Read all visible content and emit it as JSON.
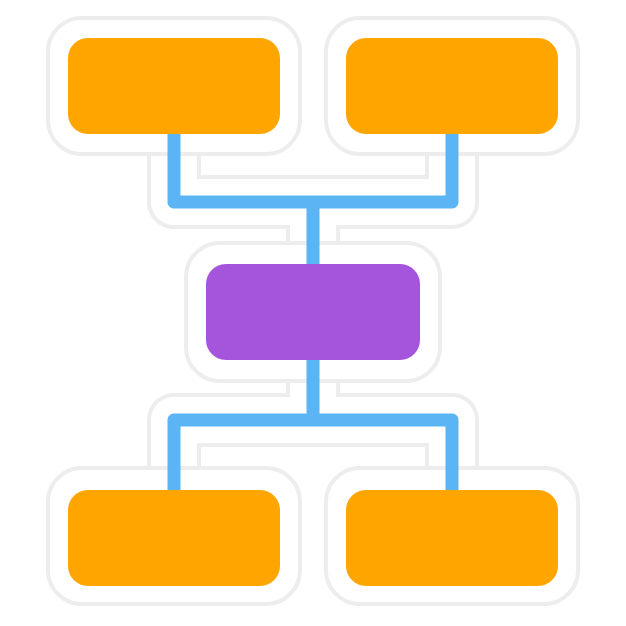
{
  "diagram": {
    "type": "flowchart-icon",
    "nodes": [
      {
        "id": "top-left",
        "shape": "rounded-rectangle",
        "color": "#FFA500"
      },
      {
        "id": "top-right",
        "shape": "rounded-rectangle",
        "color": "#FFA500"
      },
      {
        "id": "center",
        "shape": "rounded-rectangle",
        "color": "#A455DB"
      },
      {
        "id": "bottom-left",
        "shape": "rounded-rectangle",
        "color": "#FFA500"
      },
      {
        "id": "bottom-right",
        "shape": "rounded-rectangle",
        "color": "#FFA500"
      }
    ],
    "edges": [
      {
        "from": "top-left",
        "to": "center"
      },
      {
        "from": "top-right",
        "to": "center"
      },
      {
        "from": "center",
        "to": "bottom-left"
      },
      {
        "from": "center",
        "to": "bottom-right"
      }
    ],
    "colors": {
      "outer_node": "#FFA500",
      "center_node": "#A455DB",
      "connector": "#5BB5F5",
      "sticker_outline": "#EDEDED",
      "background": "#FFFFFF"
    }
  }
}
